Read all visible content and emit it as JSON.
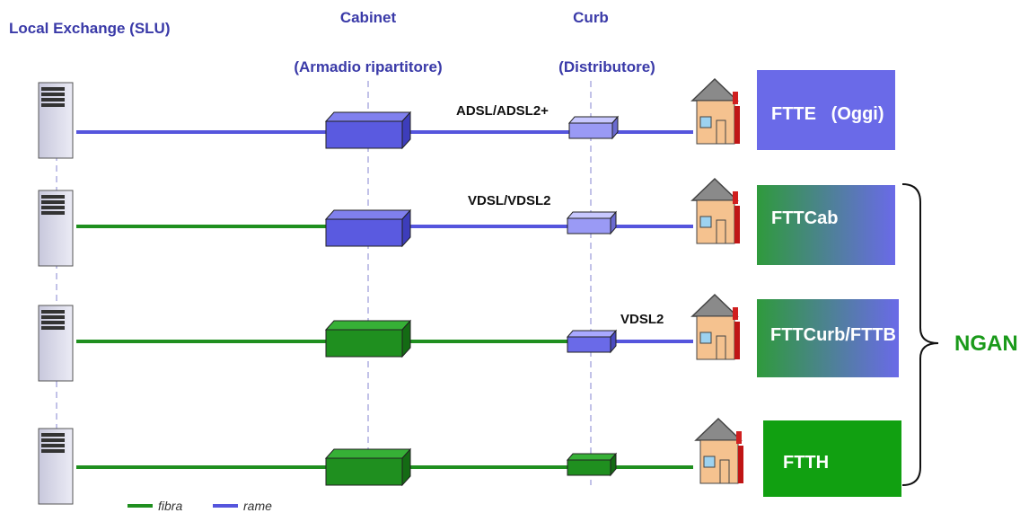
{
  "headers": {
    "exchange": "Local Exchange (SLU)",
    "cabinet": "Cabinet",
    "cabinet_sub": "(Armadio ripartitore)",
    "curb": "Curb",
    "curb_sub": "(Distributore)"
  },
  "rows": [
    {
      "link_label": "ADSL/ADSL2+",
      "box_label": "FTTE   (Oggi)"
    },
    {
      "link_label": "VDSL/VDSL2",
      "box_label": "FTTCab"
    },
    {
      "link_label": "VDSL2",
      "box_label": "FTTCurb/FTTB"
    },
    {
      "link_label": "",
      "box_label": "FTTH"
    }
  ],
  "group_label": "NGAN",
  "legend": {
    "fiber": "fibra",
    "copper": "rame"
  },
  "colors": {
    "fiber": "#1f8f1f",
    "copper": "#5555dd",
    "header": "#3a3aa8"
  }
}
